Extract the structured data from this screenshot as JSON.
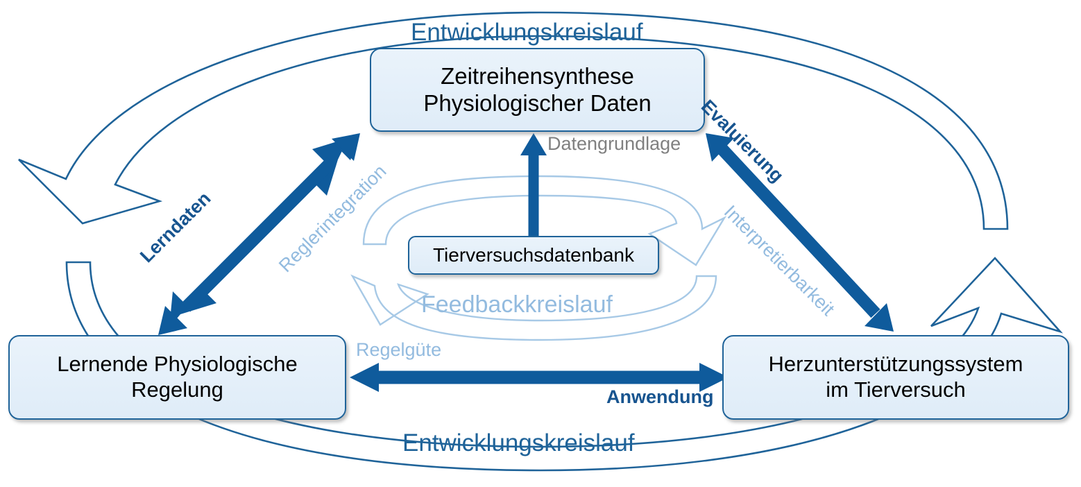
{
  "diagram": {
    "title_top": "Entwicklungskreislauf",
    "title_bottom": "Entwicklungskreislauf",
    "inner_cycle_label": "Feedbackkreislauf",
    "colors": {
      "dark_blue": "#17548f",
      "arrow_blue": "#0f5b9c",
      "light_blue": "#93bbdf",
      "gray": "#808080",
      "node_border": "#1f6399",
      "node_fill": "#e4effa"
    },
    "nodes": [
      {
        "id": "synthese",
        "line1": "Zeitreihensynthese",
        "line2": "Physiologischer Daten"
      },
      {
        "id": "regelung",
        "line1": "Lernende Physiologische",
        "line2": "Regelung"
      },
      {
        "id": "herz",
        "line1": "Herzunterstützungssystem",
        "line2": "im Tierversuch"
      },
      {
        "id": "datenbank",
        "line1": "Tierversuchsdatenbank"
      }
    ],
    "edge_labels": [
      {
        "id": "lerndaten",
        "text": "Lerndaten",
        "style": "dark",
        "rotation": -45
      },
      {
        "id": "reglerintegration",
        "text": "Reglerintegration",
        "style": "light",
        "rotation": -45
      },
      {
        "id": "evaluierung",
        "text": "Evaluierung",
        "style": "dark",
        "rotation": 45
      },
      {
        "id": "interpretierbarkeit",
        "text": "Interpretierbarkeit",
        "style": "light",
        "rotation": 45
      },
      {
        "id": "datengrundlage",
        "text": "Datengrundlage",
        "style": "gray",
        "rotation": 0
      },
      {
        "id": "regelguete",
        "text": "Regelgüte",
        "style": "light",
        "rotation": 0
      },
      {
        "id": "anwendung",
        "text": "Anwendung",
        "style": "dark",
        "rotation": 0
      }
    ]
  }
}
